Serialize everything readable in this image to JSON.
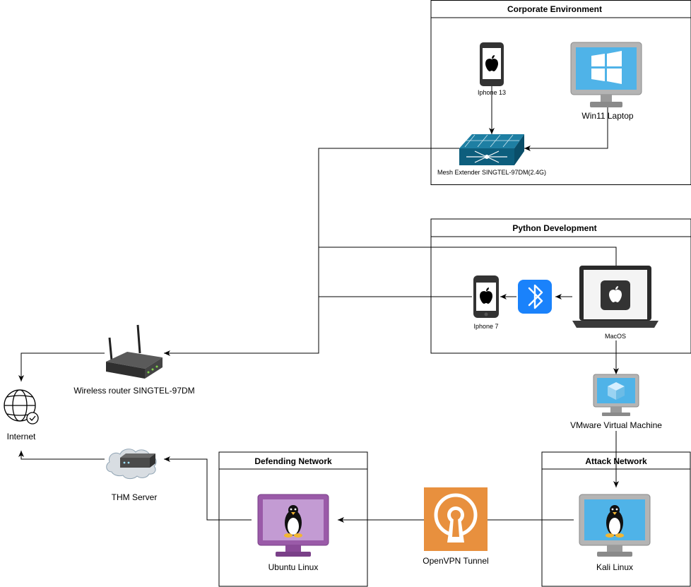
{
  "groups": {
    "corporate": "Corporate Environment",
    "python": "Python Development",
    "defending": "Defending Network",
    "attack": "Attack Network"
  },
  "nodes": {
    "iphone13": "Iphone 13",
    "win11": "Win11 Laptop",
    "mesh": "Mesh Extender SINGTEL-97DM(2.4G)",
    "iphone7": "Iphone 7",
    "macos": "MacOS",
    "router": "Wireless router SINGTEL-97DM",
    "internet": "Internet",
    "thm": "THM Server",
    "vmware": "VMware Virtual Machine",
    "ubuntu": "Ubuntu Linux",
    "openvpn": "OpenVPN Tunnel",
    "kali": "Kali Linux"
  },
  "colors": {
    "windows_blue": "#4fb3e8",
    "cisco_teal": "#0d5e7d",
    "bluetooth_blue": "#1a82fb",
    "ubuntu_purple": "#9a5aa8",
    "openvpn_orange": "#e8903e",
    "monitor_gray": "#b4b4b4"
  },
  "icons": [
    "apple-phone-icon",
    "windows-monitor-icon",
    "cisco-switch-icon",
    "bluetooth-icon",
    "macbook-icon",
    "wireless-router-icon",
    "globe-icon",
    "cloud-server-icon",
    "vm-monitor-icon",
    "linux-monitor-icon",
    "keyhole-lock-icon"
  ]
}
